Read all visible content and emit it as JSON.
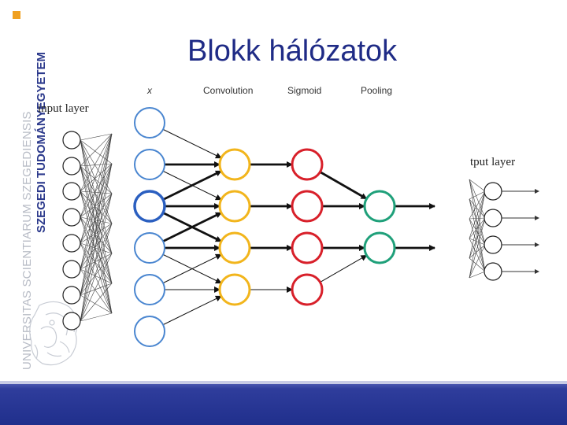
{
  "slide": {
    "title": "Blokk hálózatok"
  },
  "logo": {
    "line1": "UNIVERSITAS SCIENTIARUM SZEGEDIENSIS",
    "line2": "SZEGEDI TUDOMÁNYEGYETEM",
    "square_color": "#f0a020",
    "blue_color": "#2c3a8c"
  },
  "diagram": {
    "left_label": "input layer",
    "right_label": "tput layer",
    "x_label": "x",
    "stage_labels": [
      "Convolution",
      "Sigmoid",
      "Pooling"
    ],
    "colors": {
      "input": "#4a86d0",
      "input_highlight": "#2b5fc0",
      "conv": "#f2b51c",
      "sigmoid": "#d8202a",
      "pooling": "#1fa07a"
    }
  },
  "footer": {
    "color": "#202f8c"
  }
}
